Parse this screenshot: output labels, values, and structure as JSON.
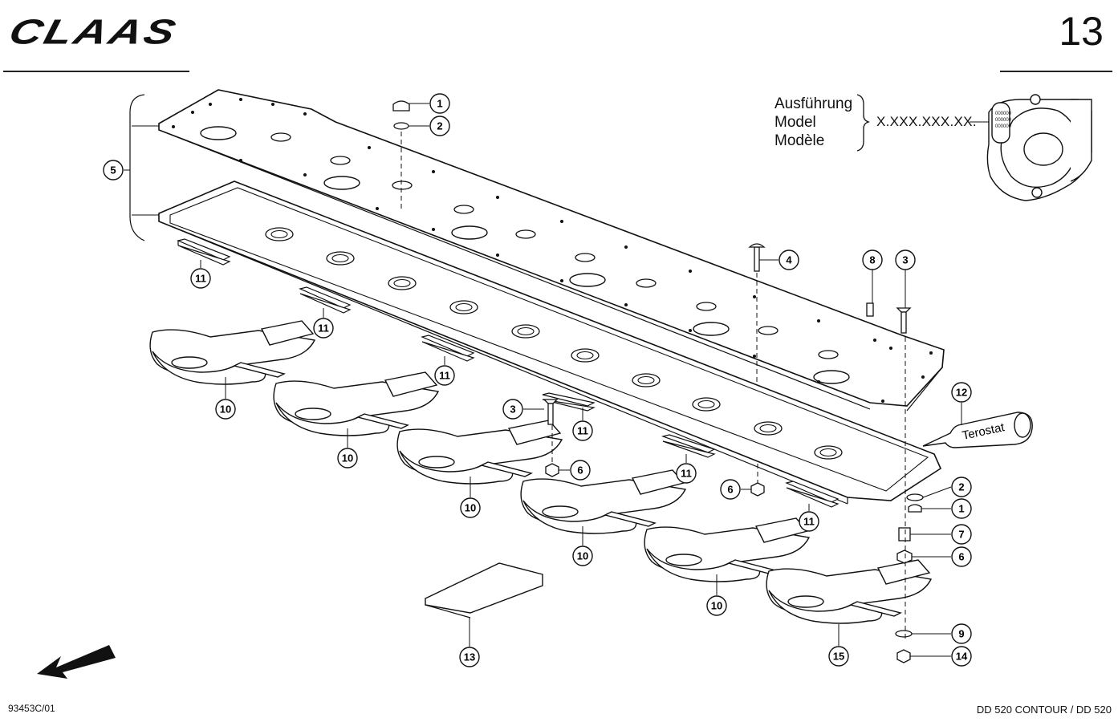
{
  "header": {
    "brand": "CLAAS",
    "page_number": "13"
  },
  "variant_box": {
    "labels": [
      "Ausführung",
      "Model",
      "Modèle"
    ],
    "code": "X.XXX.XXX.XX."
  },
  "product_label": "Terostat",
  "callouts": [
    {
      "id": "c-1a",
      "n": "1"
    },
    {
      "id": "c-2a",
      "n": "2"
    },
    {
      "id": "c-5",
      "n": "5"
    },
    {
      "id": "c-4",
      "n": "4"
    },
    {
      "id": "c-8",
      "n": "8"
    },
    {
      "id": "c-3a",
      "n": "3"
    },
    {
      "id": "c-11a",
      "n": "11"
    },
    {
      "id": "c-11b",
      "n": "11"
    },
    {
      "id": "c-11c",
      "n": "11"
    },
    {
      "id": "c-11d",
      "n": "11"
    },
    {
      "id": "c-11e",
      "n": "11"
    },
    {
      "id": "c-11f",
      "n": "11"
    },
    {
      "id": "c-12",
      "n": "12"
    },
    {
      "id": "c-3b",
      "n": "3"
    },
    {
      "id": "c-6a",
      "n": "6"
    },
    {
      "id": "c-6b",
      "n": "6"
    },
    {
      "id": "c-10a",
      "n": "10"
    },
    {
      "id": "c-10b",
      "n": "10"
    },
    {
      "id": "c-10c",
      "n": "10"
    },
    {
      "id": "c-10d",
      "n": "10"
    },
    {
      "id": "c-10e",
      "n": "10"
    },
    {
      "id": "c-2b",
      "n": "2"
    },
    {
      "id": "c-1b",
      "n": "1"
    },
    {
      "id": "c-7",
      "n": "7"
    },
    {
      "id": "c-6c",
      "n": "6"
    },
    {
      "id": "c-9",
      "n": "9"
    },
    {
      "id": "c-14",
      "n": "14"
    },
    {
      "id": "c-15",
      "n": "15"
    },
    {
      "id": "c-13",
      "n": "13"
    }
  ],
  "footer": {
    "drawing_number": "93453C/01",
    "machine": "DD 520 CONTOUR / DD 520"
  }
}
